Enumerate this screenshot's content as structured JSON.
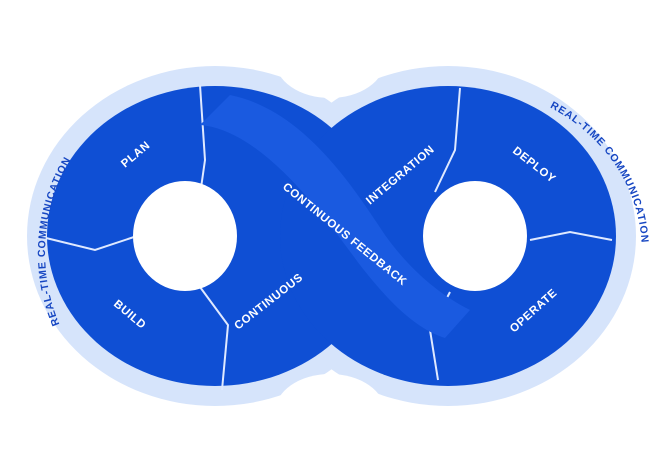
{
  "diagram": {
    "outer_ring_label_left": "REAL-TIME COMMUNICATION",
    "outer_ring_label_right": "REAL-TIME COMMUNICATION",
    "stages": {
      "plan": "PLAN",
      "build": "BUILD",
      "continuous": "CONTINUOUS",
      "continuous_feedback": "CONTINUOUS FEEDBACK",
      "integration": "INTEGRATION",
      "deploy": "DEPLOY",
      "operate": "OPERATE"
    },
    "colors": {
      "main_blue": "#0f4fd4",
      "band_blue": "#1a5ae0",
      "outer_ring": "#d6e4fb",
      "ring_text": "#1646c2",
      "divider": "#dfe9ff",
      "background": "#ffffff"
    }
  }
}
